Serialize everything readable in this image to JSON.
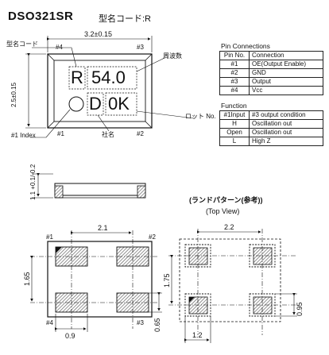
{
  "header": {
    "model": "DSO321SR",
    "subtitle": "型名コード:R"
  },
  "top_view": {
    "width_dim": "3.2±0.15",
    "height_dim": "2.5±0.15",
    "model_code_label": "型名コード",
    "frequency_label": "周波数",
    "lot_label": "ロット No.",
    "index_label": "#1 Index",
    "maker_label": "社名",
    "pin4_tl": "#4",
    "pin3_tr": "#3",
    "pin1_bl": "#1",
    "pin2_br": "#2",
    "marking_r": "R",
    "marking_freq": "54.0",
    "marking_d": "D",
    "marking_lot": "0K"
  },
  "pin_table": {
    "caption": "Pin Connections",
    "headers": [
      "Pin No.",
      "Connection"
    ],
    "rows": [
      [
        "#1",
        "OE(Output Enable)"
      ],
      [
        "#2",
        "GND"
      ],
      [
        "#3",
        "Output"
      ],
      [
        "#4",
        "Vcc"
      ]
    ]
  },
  "function_table": {
    "caption": "Function",
    "headers": [
      "#1Input",
      "#3 output condition"
    ],
    "rows": [
      [
        "H",
        "Oscillation out"
      ],
      [
        "Open",
        "Oscillation out"
      ],
      [
        "L",
        "High Z"
      ]
    ]
  },
  "side_view": {
    "thickness_dim": "1.1 +0.1/-0.2"
  },
  "bottom_view": {
    "pitch_x": "2.1",
    "pitch_y": "1.65",
    "pad_width": "0.9",
    "pad_height": "0.65",
    "pin1": "#1",
    "pin2": "#2",
    "pin3": "#3",
    "pin4": "#4"
  },
  "land_pattern": {
    "title": "(ランドパターン(参考))",
    "view": "(Top View)",
    "pitch_x": "2.2",
    "pitch_y": "1.75",
    "pad_width": "1.2",
    "pad_height": "0.95"
  }
}
